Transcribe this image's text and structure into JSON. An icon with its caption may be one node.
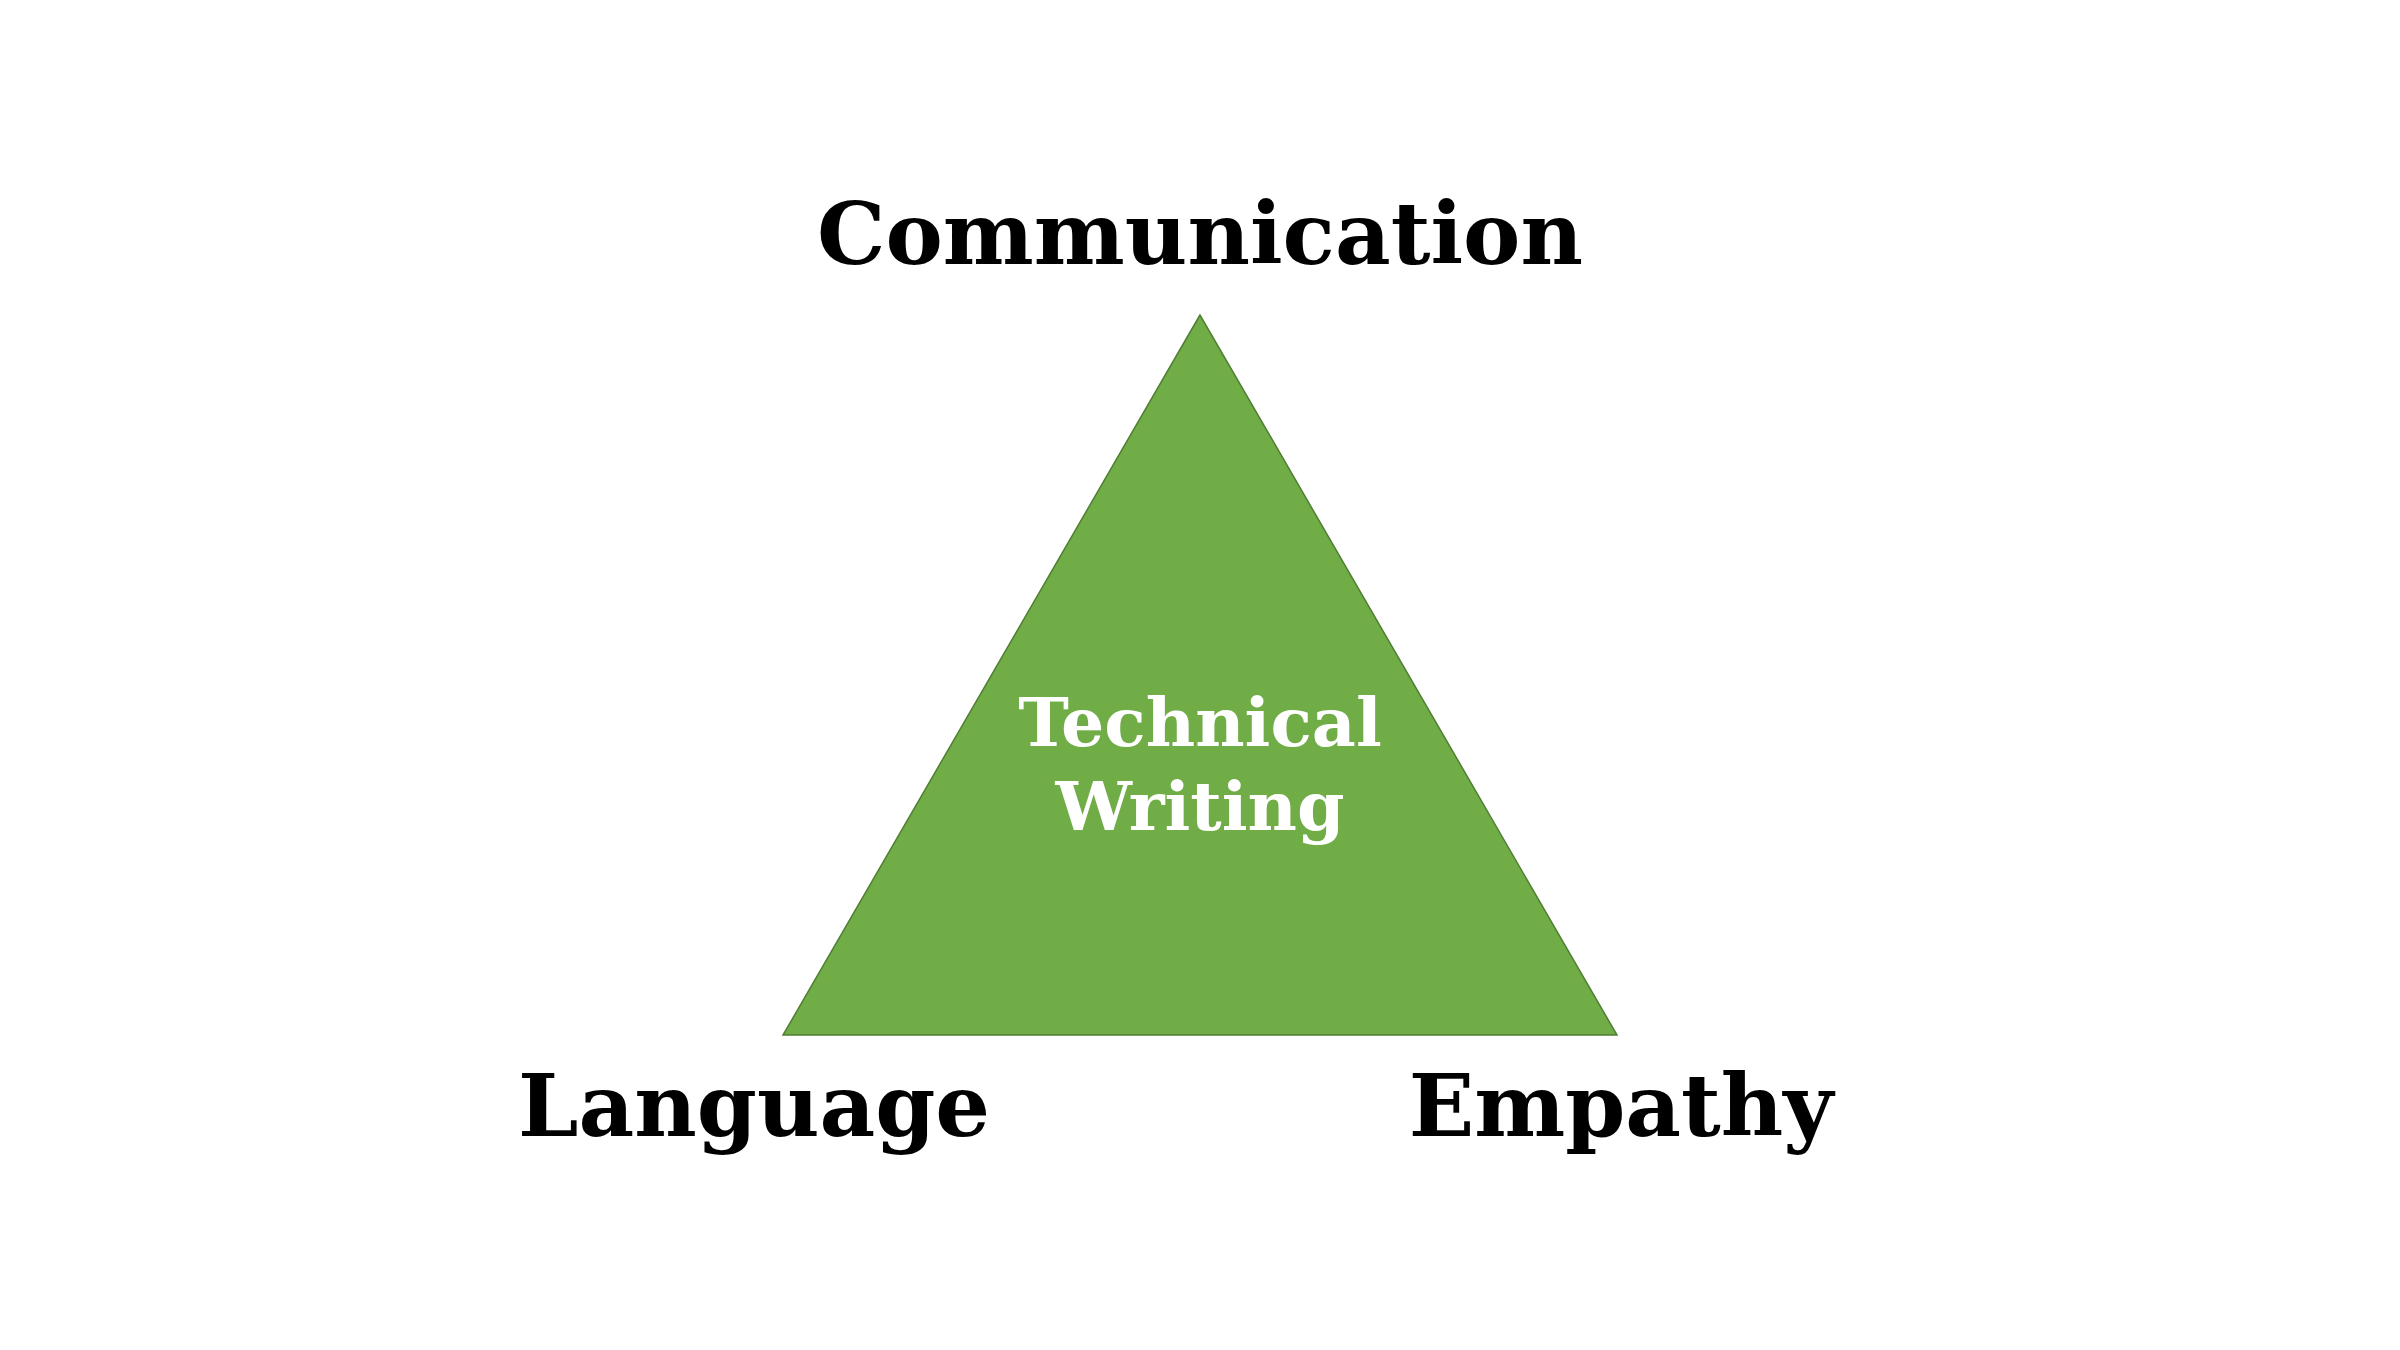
{
  "diagram": {
    "nodes": [
      {
        "text": [
          "Technical Writing"
        ],
        "beside": [
          "Communication",
          "Language",
          "Empathy"
        ]
      }
    ]
  }
}
